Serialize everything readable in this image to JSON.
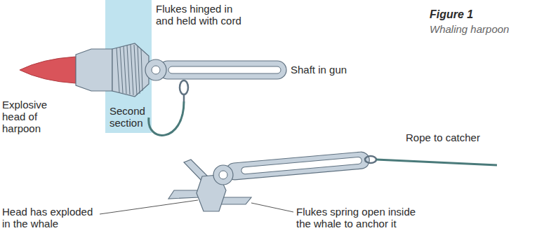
{
  "diagram": {
    "title": "Figure 1",
    "caption": "Whaling harpoon",
    "nodes": [
      {
        "text": [
          "Second section"
        ]
      }
    ],
    "labels": [
      "Flukes hinged in and held with cord",
      "Shaft in gun",
      "Explosive head of harpoon",
      "Rope to catcher",
      "Head has exploded in the whale",
      "Flukes spring open inside the whale to anchor it"
    ]
  }
}
